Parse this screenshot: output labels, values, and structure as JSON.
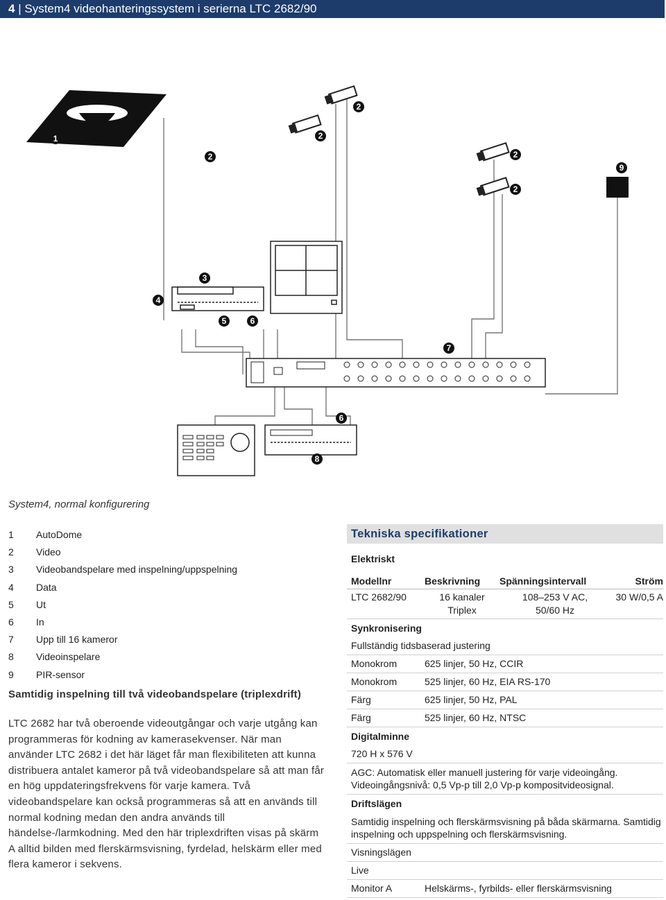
{
  "header": {
    "page_number": "4",
    "separator": "|",
    "title": "System4 videohanteringssystem i serierna LTC 2682/90"
  },
  "figure": {
    "caption": "System4, normal konfigurering",
    "callouts": [
      "1",
      "2",
      "2",
      "2",
      "2",
      "2",
      "3",
      "4",
      "5",
      "6",
      "6",
      "7",
      "8",
      "9"
    ]
  },
  "legend": [
    {
      "num": "1",
      "label": "AutoDome"
    },
    {
      "num": "2",
      "label": "Video"
    },
    {
      "num": "3",
      "label": "Videobandspelare med inspelning/uppspelning"
    },
    {
      "num": "4",
      "label": "Data"
    },
    {
      "num": "5",
      "label": "Ut"
    },
    {
      "num": "6",
      "label": "In"
    },
    {
      "num": "7",
      "label": "Upp till 16 kameror"
    },
    {
      "num": "8",
      "label": "Videoinspelare"
    },
    {
      "num": "9",
      "label": "PIR-sensor"
    }
  ],
  "section": {
    "heading": "Samtidig inspelning till två videobandspelare (triplexdrift)",
    "body": "LTC 2682 har två oberoende videoutgångar och varje utgång kan programmeras för kodning av kamerasekvenser. När man använder LTC 2682 i det här läget får man flexibiliteten att kunna distribuera antalet kameror på två videobandspelare så att man får en hög uppdateringsfrekvens för varje kamera. Två videobandspelare kan också programmeras så att en används till normal kodning medan den andra används till händelse-/larmkodning. Med den här triplexdriften visas på skärm A alltid bilden med flerskärmsvisning, fyrdelad, helskärm eller med flera kameror i sekvens."
  },
  "specs": {
    "title": "Tekniska specifikationer",
    "electrical": {
      "heading": "Elektriskt",
      "columns": [
        "Modellnr",
        "Beskrivning",
        "Spänningsintervall",
        "Ström"
      ],
      "row": {
        "model": "LTC 2682/90",
        "desc1": "16 kanaler",
        "desc2": "Triplex",
        "volt1": "108–253 V AC,",
        "volt2": "50/60 Hz",
        "current": "30 W/0,5 A"
      }
    },
    "sync": {
      "heading": "Synkronisering",
      "note": "Fullständig tidsbaserad justering",
      "rows": [
        {
          "k": "Monokrom",
          "v": "625 linjer, 50 Hz, CCIR"
        },
        {
          "k": "Monokrom",
          "v": "525 linjer, 60 Hz, EIA RS-170"
        },
        {
          "k": "Färg",
          "v": "625 linjer, 50 Hz, PAL"
        },
        {
          "k": "Färg",
          "v": "525 linjer, 60 Hz, NTSC"
        }
      ]
    },
    "memory": {
      "heading": "Digitalminne",
      "value": "720 H x 576 V",
      "agc": "AGC: Automatisk eller manuell justering för varje videoingång. Videoingångsnivå: 0,5 Vp-p till 2,0 Vp-p kompositvideosignal."
    },
    "modes": {
      "heading": "Driftslägen",
      "text": "Samtidig inspelning och flerskärmsvisning på båda skärmarna. Samtidig inspelning och uppspelning och flerskärmsvisning.",
      "view_heading": "Visningslägen",
      "live": "Live",
      "monitor_key": "Monitor A",
      "monitor_val": "Helskärms-, fyrbilds- eller flerskärmsvisning"
    }
  }
}
